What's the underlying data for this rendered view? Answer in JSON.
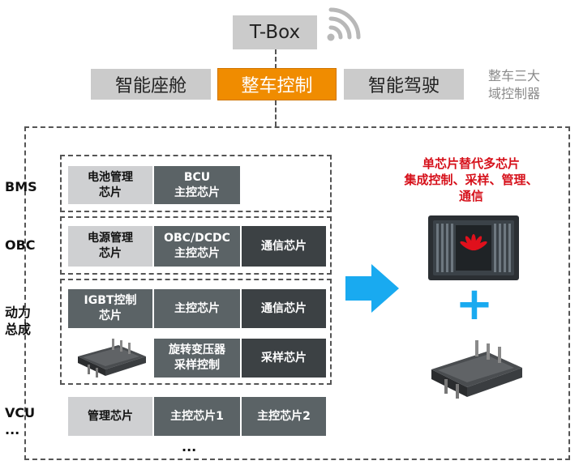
{
  "tbox": {
    "label": "T-Box"
  },
  "domains": [
    {
      "label": "智能座舱"
    },
    {
      "label": "整车控制"
    },
    {
      "label": "智能驾驶"
    }
  ],
  "domain_note": "整车三大\n域控制器",
  "rows": [
    {
      "side": "BMS",
      "cells": [
        "电池管理\n芯片",
        "BCU\n主控芯片"
      ]
    },
    {
      "side": "OBC",
      "cells": [
        "电源管理\n芯片",
        "OBC/DCDC\n主控芯片",
        "通信芯片"
      ]
    },
    {
      "side": "动力\n总成",
      "cells": [
        "IGBT控制\n芯片",
        "主控芯片",
        "通信芯片",
        "旋转变压器\n采样控制",
        "采样芯片"
      ]
    },
    {
      "side": "VCU\n...",
      "cells": [
        "管理芯片",
        "主控芯片1",
        "主控芯片2"
      ],
      "more": "..."
    }
  ],
  "right": {
    "caption": "单芯片替代多芯片\n集成控制、采样、管理、\n通信",
    "plus": "+"
  },
  "colors": {
    "accent": "#f08c00",
    "caption_red": "#d6101a",
    "arrow_blue": "#19aaf0"
  }
}
